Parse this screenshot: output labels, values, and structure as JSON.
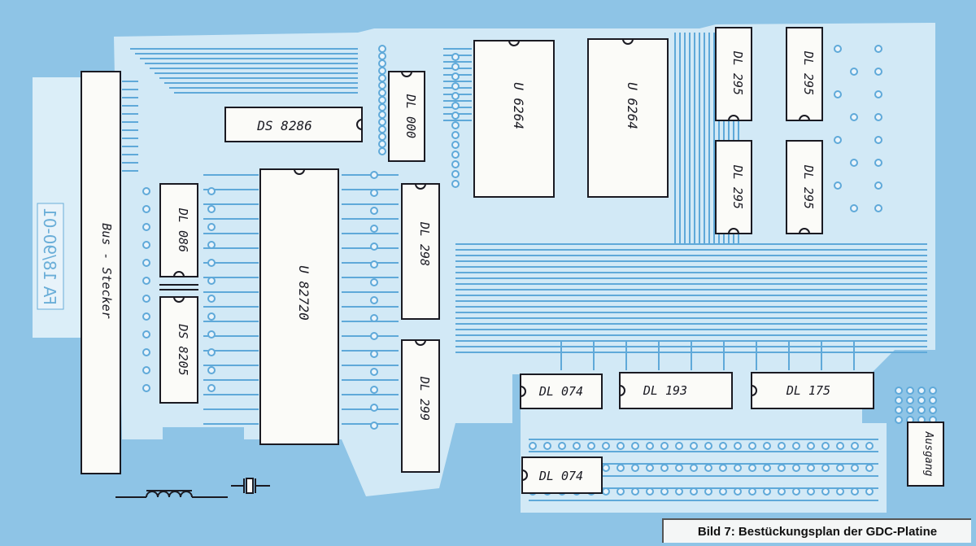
{
  "caption": "Bild 7: Bestückungsplan der GDC-Platine",
  "board_marking": "FA 18/90-01",
  "colors": {
    "board": "#8ec4e6",
    "traces": "#dceef8",
    "chip": "#fbfbf8",
    "ink": "#1a1a22",
    "pad": "#eaf4fb"
  },
  "components": {
    "bus_stecker": "Bus - Stecker",
    "ds8286": "DS 8286",
    "dl000": "DL 000",
    "u6264_a": "U 6264",
    "u6264_b": "U 6264",
    "dl295_a": "DL 295",
    "dl295_b": "DL 295",
    "dl295_c": "DL 295",
    "dl295_d": "DL 295",
    "dl086": "DL 086",
    "u82720": "U 82720",
    "dl298": "DL 298",
    "ds8205": "DS 8205",
    "dl299": "DL 299",
    "dl074_a": "DL 074",
    "dl193": "DL 193",
    "dl175": "DL 175",
    "dl074_b": "DL 074",
    "ausgang": "Ausgang"
  }
}
